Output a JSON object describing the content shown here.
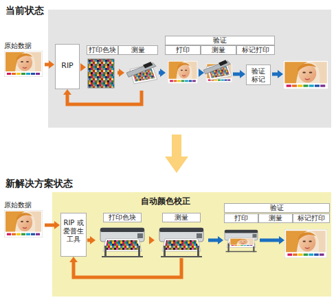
{
  "diagram": {
    "nodes": [
      {
        "text": [
          "当前状态"
        ]
      },
      {
        "text": [
          "原始数据"
        ]
      },
      {
        "text": [
          "RIP"
        ],
        "in": 0
      },
      {
        "text": [
          "打印色块"
        ],
        "in": 0
      },
      {
        "text": [
          "测量"
        ],
        "in": 0
      },
      {
        "text": [
          "验证"
        ],
        "in": 0
      },
      {
        "text": [
          "打印"
        ],
        "in": 5
      },
      {
        "text": [
          "测量"
        ],
        "in": 5
      },
      {
        "text": [
          "标记打印"
        ],
        "in": 5
      },
      {
        "text": [
          "验证标记"
        ],
        "in": 8
      },
      {
        "text": [
          "新解决方案状态",
          "自动颜色校正"
        ]
      },
      {
        "text": [
          "原始数据"
        ]
      },
      {
        "text": [
          "RIP 或 爱普生 工具"
        ],
        "in": 10
      },
      {
        "text": [
          "打印色块"
        ],
        "in": 10
      },
      {
        "text": [
          "测量"
        ],
        "in": 10
      },
      {
        "text": [
          "验证"
        ],
        "in": 10
      },
      {
        "text": [
          "打印"
        ],
        "in": 15
      },
      {
        "text": [
          "测量"
        ],
        "in": 15
      },
      {
        "text": [
          "标记打印"
        ],
        "in": 15
      }
    ],
    "edges": [
      {
        "from": 1,
        "to": 2,
        "arrow": "to"
      },
      {
        "from": 2,
        "to": 3,
        "arrow": "to"
      },
      {
        "from": 3,
        "to": 4,
        "arrow": "to"
      },
      {
        "from": 4,
        "to": 2,
        "arrow": "to"
      },
      {
        "from": 4,
        "to": 6,
        "arrow": "to"
      },
      {
        "from": 6,
        "to": 7,
        "arrow": "to"
      },
      {
        "from": 7,
        "to": 9,
        "arrow": "to"
      },
      {
        "from": 11,
        "to": 12,
        "arrow": "to"
      },
      {
        "from": 12,
        "to": 13,
        "arrow": "to"
      },
      {
        "from": 13,
        "to": 14,
        "arrow": "to"
      },
      {
        "from": 14,
        "to": 12,
        "arrow": "to"
      },
      {
        "from": 14,
        "to": 16,
        "arrow": "to"
      }
    ]
  }
}
